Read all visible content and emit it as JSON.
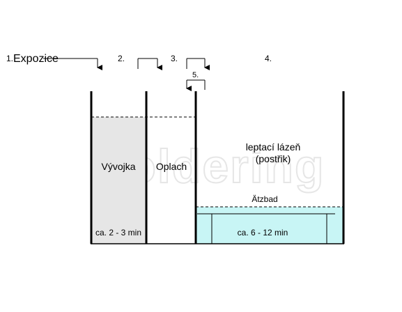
{
  "steps": {
    "step1_number": "1.",
    "step1_label": "Expozice",
    "step2_number": "2.",
    "step3_number": "3.",
    "step4_number": "4.",
    "step5_number": "5."
  },
  "tanks": {
    "developer_label": "Vývojka",
    "developer_time": "ca. 2 - 3 min",
    "rinse_label": "Oplach",
    "etch_label_line1": "leptací lázeň",
    "etch_label_line2": "(postřik)",
    "etch_bath_label": "Ätzbad",
    "etch_time": "ca. 6 - 12 min"
  },
  "watermark": {
    "text": "Soldering"
  },
  "colors": {
    "developer_fill": "#e6e6e6",
    "etch_bath_fill": "#c8f5f5",
    "line": "#000000"
  }
}
